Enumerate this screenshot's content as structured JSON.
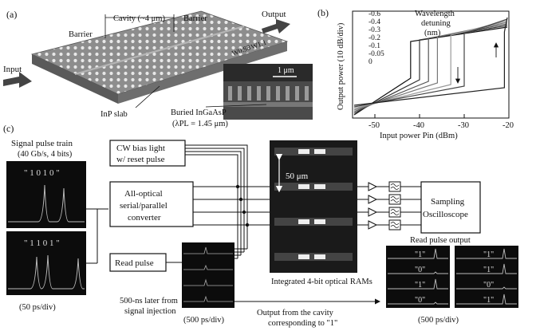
{
  "panel_a": {
    "label": "(a)",
    "cavity": "Cavity (~4 μm)",
    "barrier_left": "Barrier",
    "barrier_right": "Barrier",
    "input": "Input",
    "output": "Output",
    "w1": "W0.98",
    "w2": "W1.1",
    "scale": "1 μm",
    "slab": "InP slab",
    "buried": "Buried InGaAsP",
    "lambda": "(λPL = 1.45 μm)"
  },
  "panel_b": {
    "label": "(b)",
    "legend_title": "Wavelength",
    "legend_title2": "detuning",
    "legend_unit": "(nm)",
    "detunings": [
      "-0.6",
      "-0.4",
      "-0.3",
      "-0.2",
      "-0.1",
      "-0.05",
      "0"
    ],
    "ylabel": "Output power (10 dB/div)",
    "xlabel": "Input power Pin (dBm)",
    "xticks": [
      "-50",
      "-40",
      "-30",
      "-20"
    ]
  },
  "panel_c": {
    "label": "(c)",
    "signal_title": "Signal pulse train",
    "signal_sub": "(40 Gb/s, 4 bits)",
    "word1": "\" 1 0 1 0 \"",
    "word2": "\" 1 1 0 1 \"",
    "scale_left": "(50 ps/div)",
    "cw_line1": "CW bias light",
    "cw_line2": "w/ reset pulse",
    "conv_line1": "All-optical",
    "conv_line2": "serial/parallel",
    "conv_line3": "converter",
    "read_pulse": "Read pulse",
    "scale_50um": "50 μm",
    "ram_caption": "Integrated 4-bit optical RAMs",
    "sampling1": "Sampling",
    "sampling2": "Oscilloscope",
    "read_output_title": "Read pulse output",
    "later1": "500-ns later from",
    "later2": "signal injection",
    "scale_mid": "(500 ps/div)",
    "output_note1": "Output from the cavity",
    "output_note2": "corresponding to \"1\"",
    "scale_right": "(500 ps/div)",
    "out_left": [
      "\"1\"",
      "\"0\"",
      "\"1\"",
      "\"0\""
    ],
    "out_right": [
      "\"1\"",
      "\"1\"",
      "\"0\"",
      "\"1\""
    ]
  }
}
